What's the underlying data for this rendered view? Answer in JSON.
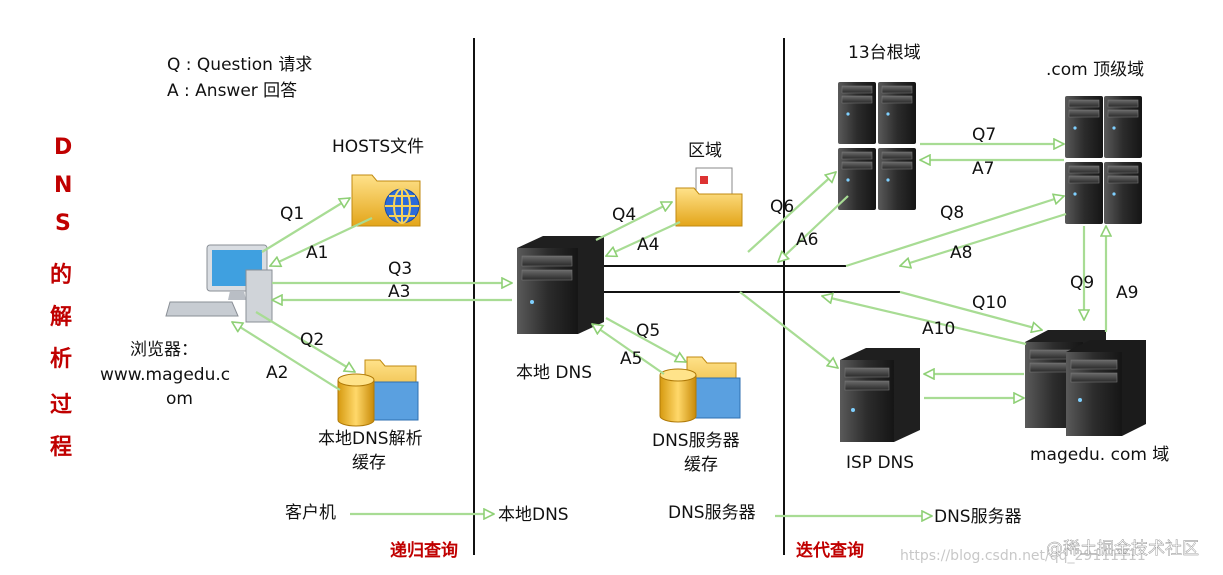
{
  "legend": {
    "q": "Q : Question 请求",
    "a": "A : Answer 回答"
  },
  "side_title": [
    "D",
    "N",
    "S",
    "的",
    "解",
    "析",
    "过",
    "程"
  ],
  "nodes": {
    "hosts_file": "HOSTS文件",
    "browser": [
      "浏览器：",
      "www.magedu.c",
      "om"
    ],
    "local_cache": [
      "本地DNS解析",
      "缓存"
    ],
    "zone": "区域",
    "local_dns": "本地 DNS",
    "dns_cache": [
      "DNS服务器",
      "缓存"
    ],
    "root": "13台根域",
    "com": ".com 顶级域",
    "isp_dns": "ISP DNS",
    "magedu": "magedu. com 域"
  },
  "arrows": {
    "q1": "Q1",
    "a1": "A1",
    "q2": "Q2",
    "a2": "A2",
    "q3": "Q3",
    "a3": "A3",
    "q4": "Q4",
    "a4": "A4",
    "q5": "Q5",
    "a5": "A5",
    "q6": "Q6",
    "a6": "A6",
    "q7": "Q7",
    "a7": "A7",
    "q8": "Q8",
    "a8": "A8",
    "q9": "Q9",
    "a9": "A9",
    "q10": "Q10",
    "a10": "A10"
  },
  "bottom": {
    "client": "客户机",
    "local_dns": "本地DNS",
    "recursive": "递归查询",
    "dns_server_left": "DNS服务器",
    "dns_server_right": "DNS服务器",
    "iterative": "迭代查询"
  },
  "watermark": "https://blog.csdn.net/qq_29111111",
  "watermark2": "@稀土掘金技术社区",
  "colors": {
    "red": "#c00000",
    "arrow_green": "#9fd88a",
    "folder_yellow": "#f4c13c"
  }
}
